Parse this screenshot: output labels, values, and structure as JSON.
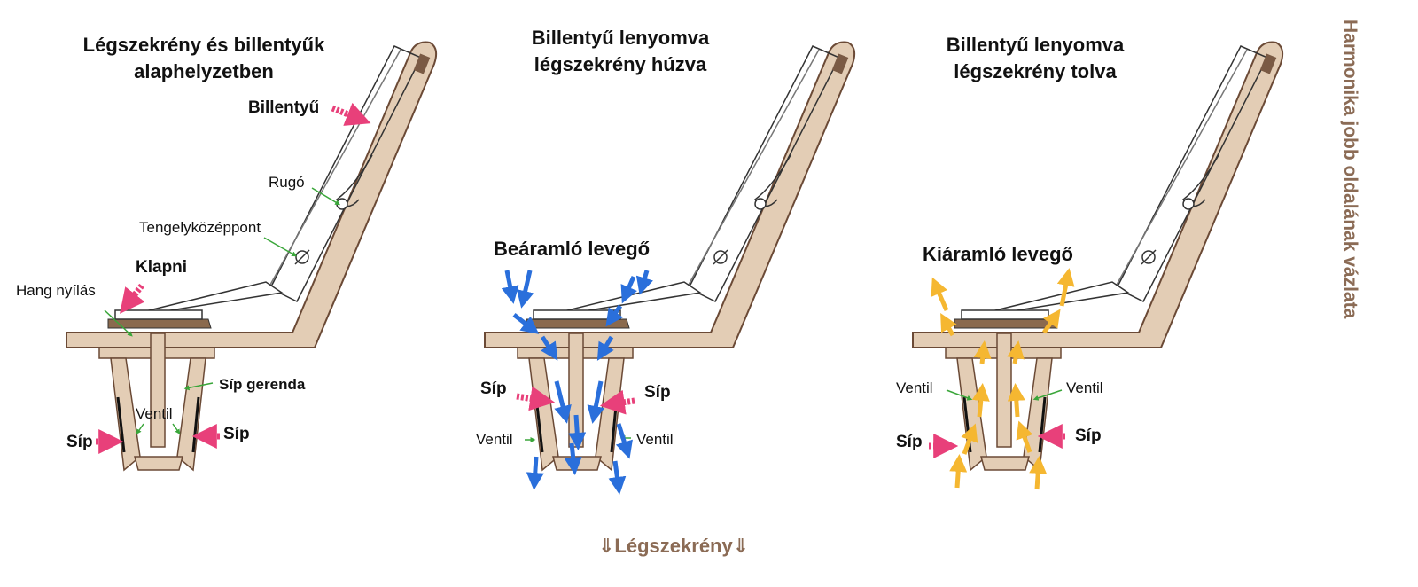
{
  "side_title": "Harmonika jobb oldalának vázlata",
  "footer": "⇓Légszekrény⇓",
  "panels": [
    {
      "title_line1": "Légszekrény és billentyűk",
      "title_line2": "alaphelyzetben",
      "labels": {
        "billentyu": "Billentyű",
        "rugo": "Rugó",
        "tengely": "Tengelyközéppont",
        "klapni": "Klapni",
        "hang_nyilas": "Hang nyílás",
        "sip_gerenda": "Síp gerenda",
        "ventil": "Ventil",
        "sip_left": "Síp",
        "sip_right": "Síp"
      }
    },
    {
      "title_line1": "Billentyű lenyomva",
      "title_line2": "légszekrény húzva",
      "labels": {
        "air": "Beáramló levegő",
        "sip_left": "Síp",
        "sip_right": "Síp",
        "ventil_left": "Ventil",
        "ventil_right": "Ventil"
      }
    },
    {
      "title_line1": "Billentyű lenyomva",
      "title_line2": "légszekrény tolva",
      "labels": {
        "air": "Kiáramló levegő",
        "ventil_left": "Ventil",
        "ventil_right": "Ventil",
        "sip_left": "Síp",
        "sip_right": "Síp"
      }
    }
  ],
  "colors": {
    "wood": "#e3cdb5",
    "wood_stroke": "#6b4a36",
    "key_pink": "#e8407a",
    "air_in": "#2a6fdb",
    "air_out": "#f5b731",
    "pointer": "#3aa63a",
    "text_brown": "#8b6b55"
  }
}
